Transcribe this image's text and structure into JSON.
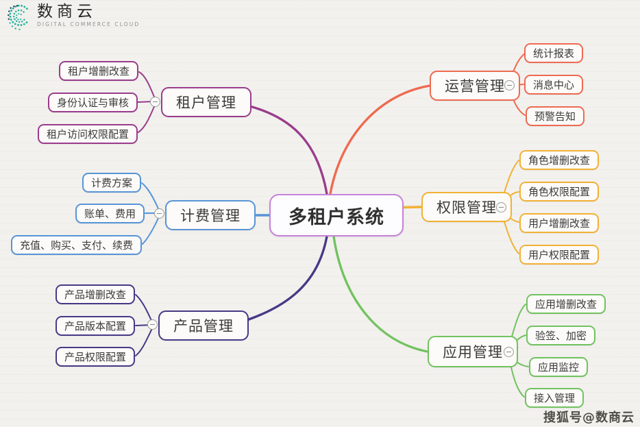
{
  "logo": {
    "brand": "数商云",
    "subtitle": "DIGITAL COMMERCE CLOUD",
    "mark_color": "#27b29b"
  },
  "watermark": "搜狐号@数商云",
  "mindmap": {
    "root": {
      "label": "多租户系统",
      "color": "#c683d7"
    },
    "branches": [
      {
        "id": "tenant",
        "label": "租户管理",
        "color": "#9a3c8b",
        "side": "left",
        "children": [
          "租户增删改查",
          "身份认证与审核",
          "租户访问权限配置"
        ]
      },
      {
        "id": "billing",
        "label": "计费管理",
        "color": "#5794d7",
        "side": "left",
        "children": [
          "计费方案",
          "账单、费用",
          "充值、购买、支付、续费"
        ]
      },
      {
        "id": "product",
        "label": "产品管理",
        "color": "#453a85",
        "side": "left",
        "children": [
          "产品增删改查",
          "产品版本配置",
          "产品权限配置"
        ]
      },
      {
        "id": "operations",
        "label": "运营管理",
        "color": "#ee6a50",
        "side": "right",
        "children": [
          "统计报表",
          "消息中心",
          "预警告知"
        ]
      },
      {
        "id": "permission",
        "label": "权限管理",
        "color": "#f2b135",
        "side": "right",
        "children": [
          "角色增删改查",
          "角色权限配置",
          "用户增删改查",
          "用户权限配置"
        ]
      },
      {
        "id": "application",
        "label": "应用管理",
        "color": "#72c25f",
        "side": "right",
        "children": [
          "应用增删改查",
          "验签、加密",
          "应用监控",
          "接入管理"
        ]
      }
    ]
  }
}
